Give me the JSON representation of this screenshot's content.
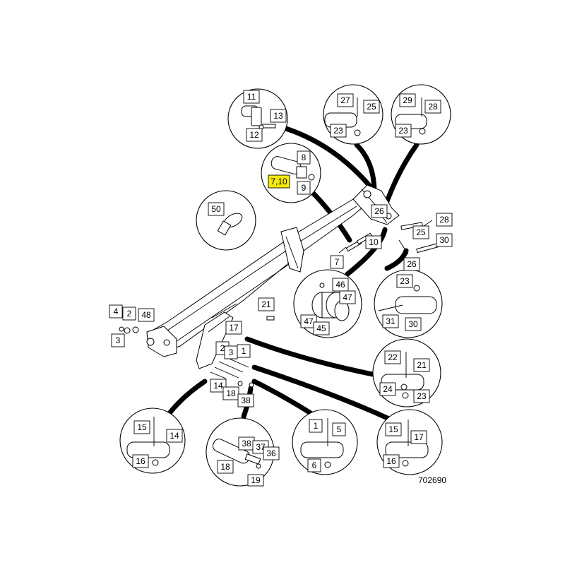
{
  "reference_code": "702690",
  "highlight_label": "7,10",
  "labels": {
    "d11": "11",
    "d12": "12",
    "d13": "13",
    "d27": "27",
    "d25a": "25",
    "d23a": "23",
    "d29": "29",
    "d28a": "28",
    "d23b": "23",
    "d8": "8",
    "d710": "7,10",
    "d9": "9",
    "d50": "50",
    "b26a": "26",
    "b28": "28",
    "b25": "25",
    "b30": "30",
    "b10": "10",
    "b26b": "26",
    "b7": "7",
    "d46": "46",
    "d47a": "47",
    "d47b": "47",
    "d45": "45",
    "d23c": "23",
    "d31": "31",
    "d30": "30",
    "b4": "4",
    "b2a": "2",
    "b48": "48",
    "b3": "3",
    "b21": "21",
    "b17": "17",
    "b2b": "2",
    "b3b": "3",
    "b1": "1",
    "b14": "14",
    "b18": "18",
    "b38": "38",
    "d22": "22",
    "d21": "21",
    "d24": "24",
    "d23d": "23",
    "d15a": "15",
    "d14": "14",
    "d16a": "16",
    "d38": "38",
    "d37": "37",
    "d36": "36",
    "d18": "18",
    "d19": "19",
    "d1": "1",
    "d5": "5",
    "d6": "6",
    "d15b": "15",
    "d17": "17",
    "d16b": "16"
  }
}
